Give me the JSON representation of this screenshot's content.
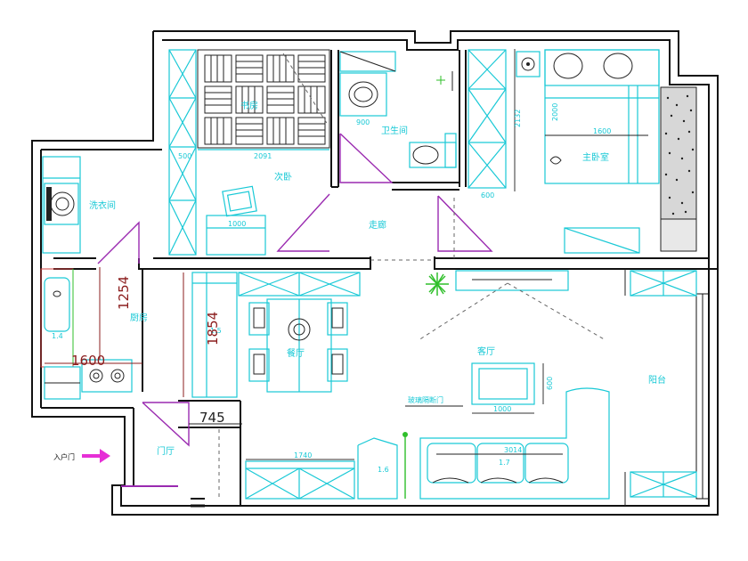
{
  "labels": {
    "second_bedroom": "次卧",
    "study": "书房",
    "bathroom": "卫生间",
    "master_bedroom": "主卧室",
    "laundry": "洗衣间",
    "kitchen": "厨房",
    "hall": "门厅",
    "dining": "餐厅",
    "living": "客厅",
    "balcony": "阳台",
    "corridor": "走廊",
    "entrance": "入户门",
    "partition": "玻璃隔断门"
  },
  "dims": {
    "d900": "900",
    "d2091": "2091",
    "d500": "500",
    "d1000a": "1000",
    "d1600a": "1600",
    "d2000": "2000",
    "d2132": "2132",
    "d600a": "600",
    "d1254": "1254",
    "d1854": "1854",
    "d1600b": "1600",
    "d745": "745",
    "d1740": "1740",
    "d1000b": "1000",
    "d600b": "600",
    "d3014": "3014"
  },
  "colors": {
    "wall": "#111111",
    "furniture": "#19c9d6",
    "door_swing": "#9a2ab0",
    "entrance_arrow": "#e62fd6",
    "plant": "#2fbf2a",
    "dimension_red": "#8b1c1c"
  }
}
